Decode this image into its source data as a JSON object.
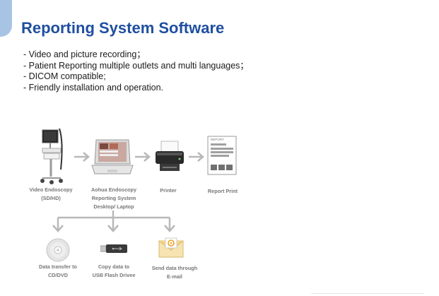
{
  "title": "Reporting System Software",
  "features": [
    "- Video and picture recording；",
    "- Patient Reporting multiple outlets  and multi languages；",
    "- DICOM compatible;",
    "- Friendly installation and operation."
  ],
  "diagram": {
    "top_nodes": [
      {
        "icon": "endoscopy-cart-icon",
        "lines": [
          "Video Endoscopy",
          "(SD/HD)"
        ]
      },
      {
        "icon": "laptop-icon",
        "lines": [
          "Aohua Endoscopy",
          "Reporting System",
          "Desktop/ Laptop"
        ]
      },
      {
        "icon": "printer-icon",
        "lines": [
          "Printer"
        ]
      },
      {
        "icon": "report-document-icon",
        "lines": [
          "Report Print"
        ],
        "doc_header": "REPORT"
      }
    ],
    "bottom_nodes": [
      {
        "icon": "cd-dvd-icon",
        "lines": [
          "Data transfer to",
          "CD/DVD"
        ]
      },
      {
        "icon": "usb-drive-icon",
        "lines": [
          "Copy data to",
          "USB Flash Drivee"
        ]
      },
      {
        "icon": "email-envelope-icon",
        "lines": [
          "Send data through",
          "E-mail"
        ]
      }
    ]
  },
  "colors": {
    "title": "#1f4fa0",
    "accent_bar": "#a8c4e4",
    "arrow": "#b8b8b8",
    "label": "#777777"
  }
}
